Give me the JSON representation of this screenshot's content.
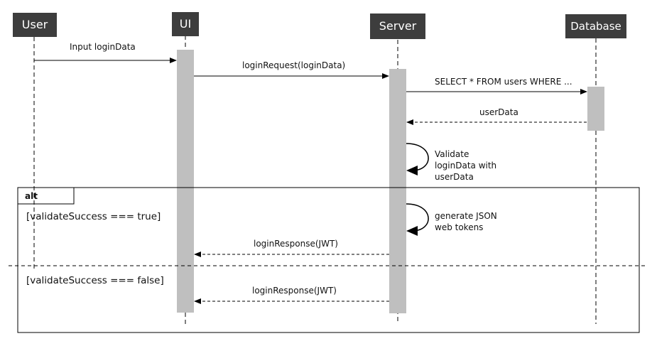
{
  "actors": [
    {
      "id": "user",
      "name": "User"
    },
    {
      "id": "ui",
      "name": "UI"
    },
    {
      "id": "server",
      "name": "Server"
    },
    {
      "id": "database",
      "name": "Database"
    }
  ],
  "messages": {
    "input_login": "Input loginData",
    "login_request": "loginRequest(loginData)",
    "select_query": "SELECT * FROM users WHERE ...",
    "user_data": "userData",
    "validate": "Validate\nloginData with\nuserData",
    "generate_jwt": "generate JSON\nweb tokens",
    "login_response_true": "loginResponse(JWT)",
    "login_response_false": "loginResponse(JWT)"
  },
  "alt_frame": {
    "operator": "alt",
    "guard_true": "[validateSuccess === true]",
    "guard_false": "[validateSuccess === false]"
  },
  "colors": {
    "actor_fill": "#3d3d3d",
    "actor_text": "#ffffff",
    "activation": "#bfbfbf",
    "line": "#000000"
  }
}
